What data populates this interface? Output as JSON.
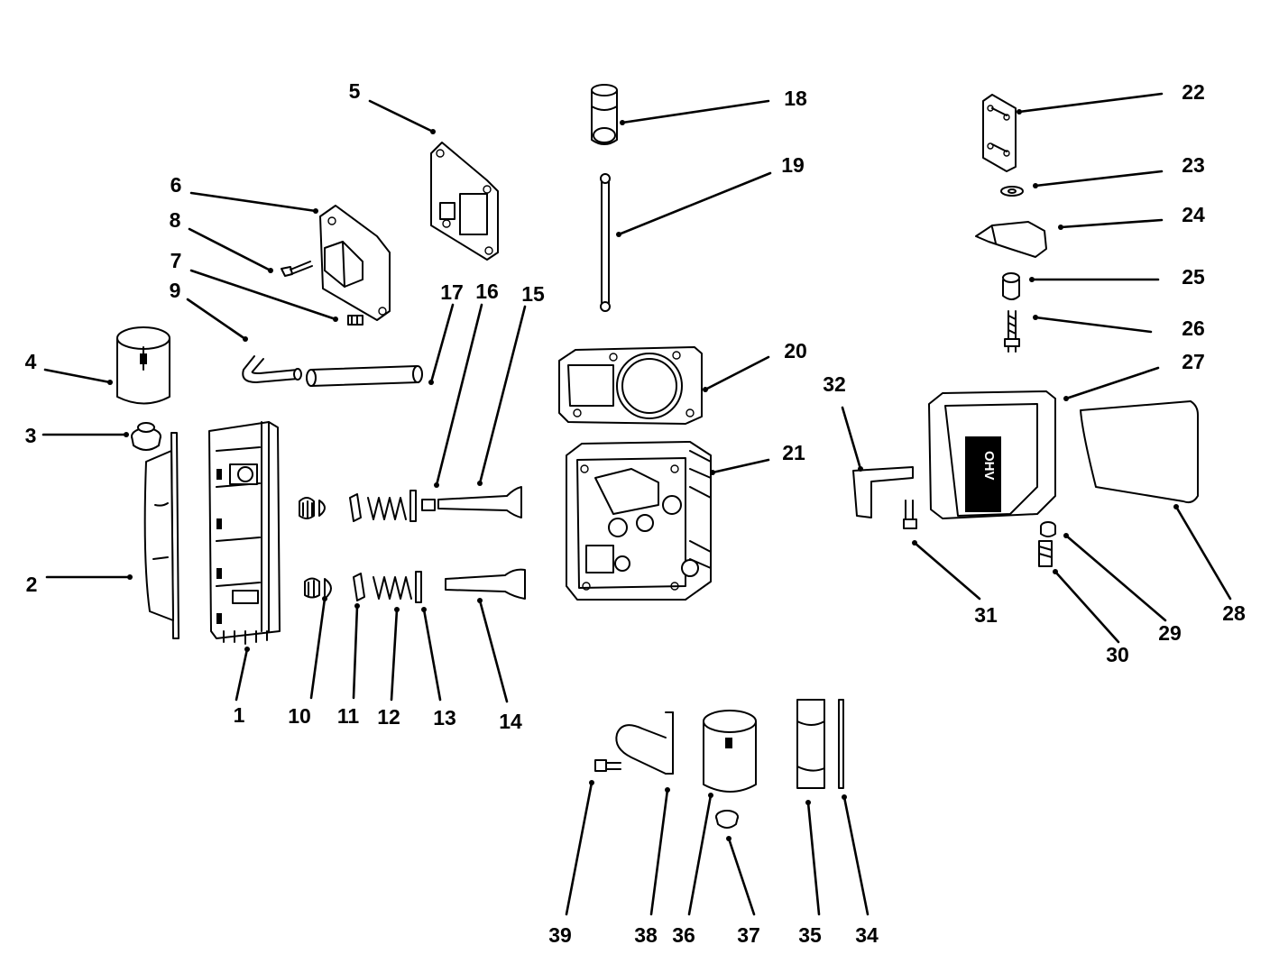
{
  "callouts": [
    {
      "id": "1",
      "text": "1"
    },
    {
      "id": "2",
      "text": "2"
    },
    {
      "id": "3",
      "text": "3"
    },
    {
      "id": "4",
      "text": "4"
    },
    {
      "id": "5",
      "text": "5"
    },
    {
      "id": "6",
      "text": "6"
    },
    {
      "id": "7",
      "text": "7"
    },
    {
      "id": "8",
      "text": "8"
    },
    {
      "id": "9",
      "text": "9"
    },
    {
      "id": "10",
      "text": "10"
    },
    {
      "id": "11",
      "text": "11"
    },
    {
      "id": "12",
      "text": "12"
    },
    {
      "id": "13",
      "text": "13"
    },
    {
      "id": "14",
      "text": "14"
    },
    {
      "id": "15",
      "text": "15"
    },
    {
      "id": "16",
      "text": "16"
    },
    {
      "id": "17",
      "text": "17"
    },
    {
      "id": "18",
      "text": "18"
    },
    {
      "id": "19",
      "text": "19"
    },
    {
      "id": "20",
      "text": "20"
    },
    {
      "id": "21",
      "text": "21"
    },
    {
      "id": "22",
      "text": "22"
    },
    {
      "id": "23",
      "text": "23"
    },
    {
      "id": "24",
      "text": "24"
    },
    {
      "id": "25",
      "text": "25"
    },
    {
      "id": "26",
      "text": "26"
    },
    {
      "id": "27",
      "text": "27"
    },
    {
      "id": "28",
      "text": "28"
    },
    {
      "id": "29",
      "text": "29"
    },
    {
      "id": "30",
      "text": "30"
    },
    {
      "id": "31",
      "text": "31"
    },
    {
      "id": "32",
      "text": "32"
    },
    {
      "id": "34",
      "text": "34"
    },
    {
      "id": "35",
      "text": "35"
    },
    {
      "id": "36",
      "text": "36"
    },
    {
      "id": "37",
      "text": "37"
    },
    {
      "id": "38",
      "text": "38"
    },
    {
      "id": "39",
      "text": "39"
    }
  ],
  "rocker_cover_marking": "OHV"
}
